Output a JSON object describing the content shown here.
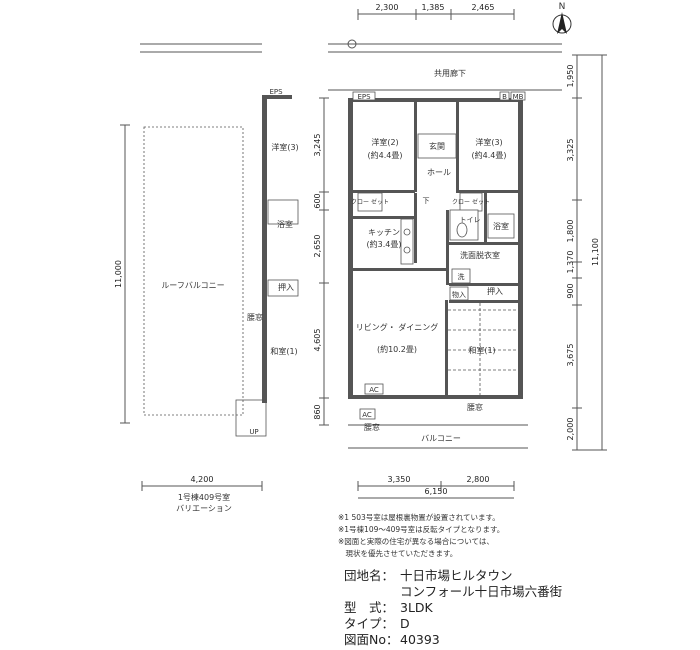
{
  "compass": {
    "label": "N"
  },
  "dimensions_top": [
    "2,300",
    "1,385",
    "2,465"
  ],
  "dimensions_right": [
    "1,950",
    "3,325",
    "1,800",
    "1,370",
    "900",
    "3,675",
    "2,000"
  ],
  "dimension_right_total": "11,100",
  "dimensions_middle_vertical": [
    "3,245",
    "600",
    "2,650",
    "4,605",
    "860"
  ],
  "dimension_left_total": "11,000",
  "dimensions_bottom": [
    "3,350",
    "2,800"
  ],
  "dimension_bottom_total": "6,150",
  "dimension_variation_width": "4,200",
  "rooms": {
    "corridor": "共用廊下",
    "eps_left": "EPS",
    "eps": "EPS",
    "b": "B",
    "mb": "MB",
    "western2": "洋室(2)",
    "western2_size": "(約4.4畳)",
    "western3": "洋室(3)",
    "western3_size": "(約4.4畳)",
    "entrance": "玄関",
    "hall": "ホール",
    "closet1": "クロー\nゼット",
    "closet2": "クロー\nゼット",
    "shoes": "下",
    "toilet": "トイレ",
    "kitchen": "キッチン",
    "kitchen_size": "(約3.4畳)",
    "bath": "浴室",
    "washroom": "洗面脱衣室",
    "wash": "洗",
    "storage_small": "物入",
    "storage": "押入",
    "living": "リビング・\nダイニング",
    "living_size": "(約10.2畳)",
    "japanese": "和室(1)",
    "ac1": "AC",
    "ac2": "AC",
    "koshimado": "腰窓",
    "koshimado2": "腰窓",
    "balcony": "バルコニー",
    "var_western3": "洋室(3)",
    "var_bath": "浴室",
    "var_storage": "押入",
    "var_koshimado": "腰窓",
    "var_japanese": "和室(1)",
    "var_eps": "EPS",
    "var_up": "UP",
    "roof_balcony": "ルーフバルコニー"
  },
  "variation_caption": [
    "1号棟409号室",
    "バリエーション"
  ],
  "notes": [
    "※1 503号室は屋根裏物置が設置されています。",
    "※1号棟109～409号室は反転タイプとなります。",
    "※図面と実際の住宅が異なる場合については、",
    "　現状を優先させていただきます。"
  ],
  "info": {
    "complex_label": "団地名：",
    "complex_name_1": "十日市場ヒルタウン",
    "complex_name_2": "コンフォール十日市場六番街",
    "type_label": "型　式：",
    "type_value": "3LDK",
    "kind_label": "タイプ：",
    "kind_value": "D",
    "drawing_label": "図面No：",
    "drawing_value": "40393"
  }
}
